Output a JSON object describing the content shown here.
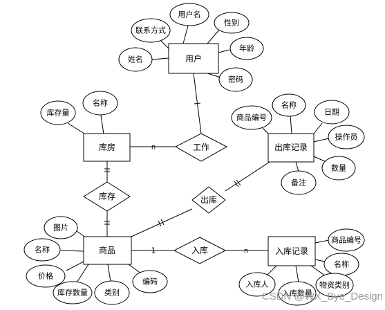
{
  "diagram": {
    "entities": {
      "user": "用户",
      "warehouse": "库房",
      "goods": "商品",
      "outbound_record": "出库记录",
      "inbound_record": "入库记录"
    },
    "relations": {
      "work": "工作",
      "stock": "库存",
      "outbound": "出库",
      "inbound": "入库"
    },
    "attributes": {
      "user_contact": "联系方式",
      "user_username": "用户名",
      "user_gender": "性别",
      "user_age": "年龄",
      "user_password": "密码",
      "user_name": "姓名",
      "warehouse_stock_qty": "库存量",
      "warehouse_name": "名称",
      "out_goods_code": "商品编号",
      "out_name": "名称",
      "out_date": "日期",
      "out_operator": "操作员",
      "out_quantity": "数量",
      "out_remark": "备注",
      "goods_image": "图片",
      "goods_name": "名称",
      "goods_price": "价格",
      "goods_stock_qty": "库存数量",
      "goods_category": "类别",
      "goods_code": "编码",
      "in_goods_code": "商品编号",
      "in_name": "名称",
      "in_person": "入库人",
      "in_quantity": "入库数量",
      "in_material_type": "物资类别"
    },
    "cardinalities": {
      "warehouse_work": "n",
      "goods_inbound": "1",
      "inbound_record": "n"
    }
  },
  "watermark": "CSDN @WX_Bye_Design",
  "colors": {
    "stroke": "#000000",
    "fill": "#ffffff",
    "watermark": "#9a9a9a"
  }
}
